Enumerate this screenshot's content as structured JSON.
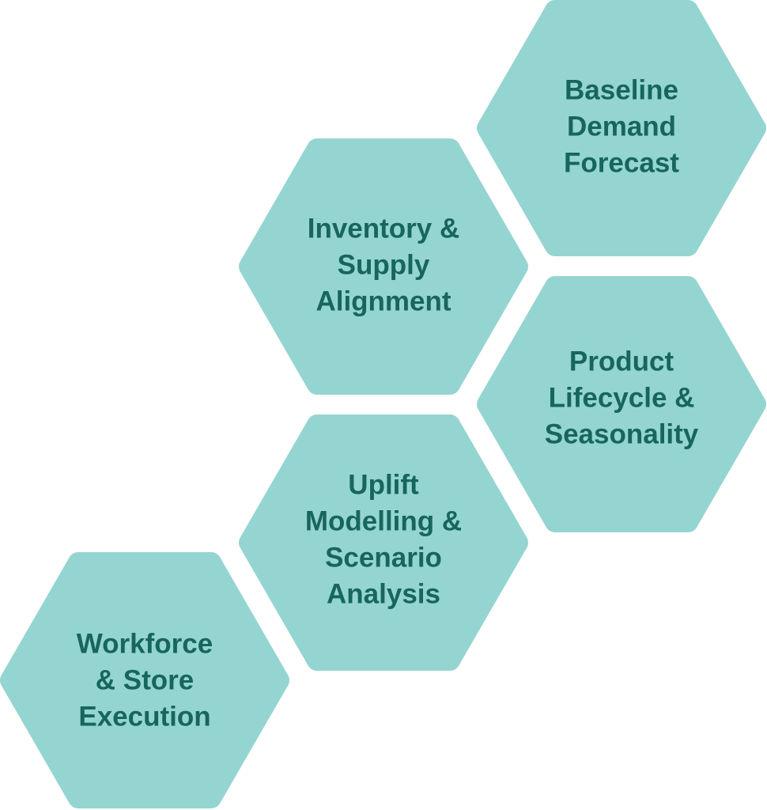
{
  "diagram": {
    "fill_color": "#95d5d1",
    "text_color": "#17665c",
    "hexagons": [
      {
        "lines": [
          "Baseline",
          "Demand",
          "Forecast"
        ]
      },
      {
        "lines": [
          "Inventory &",
          "Supply",
          "Alignment"
        ]
      },
      {
        "lines": [
          "Product",
          "Lifecycle &",
          "Seasonality"
        ]
      },
      {
        "lines": [
          "Uplift",
          "Modelling &",
          "Scenario",
          "Analysis"
        ]
      },
      {
        "lines": [
          "Workforce",
          "& Store",
          "Execution"
        ]
      }
    ]
  }
}
